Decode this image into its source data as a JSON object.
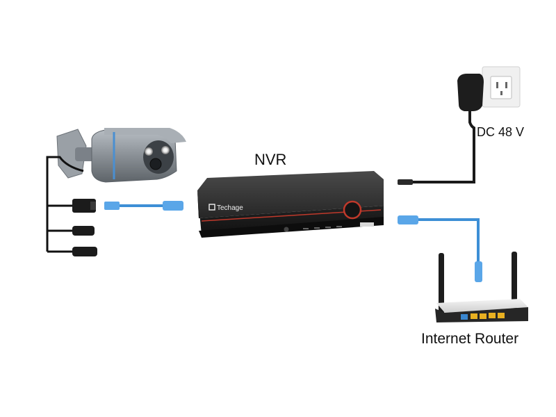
{
  "diagram": {
    "title": "NVR connection diagram",
    "labels": {
      "nvr": "NVR",
      "power": "DC 48 V",
      "router": "Internet Router",
      "brand": "Techage"
    },
    "colors": {
      "ethernet_cable": "#3d8fd6",
      "ethernet_plug": "#5aa6e8",
      "nvr_body": "#2a2a2a",
      "nvr_accent": "#c0392b",
      "power_cable": "#1a1a1a",
      "camera_body": "#8a9096",
      "router_body": "#222222",
      "router_port": "#e8b021"
    }
  }
}
